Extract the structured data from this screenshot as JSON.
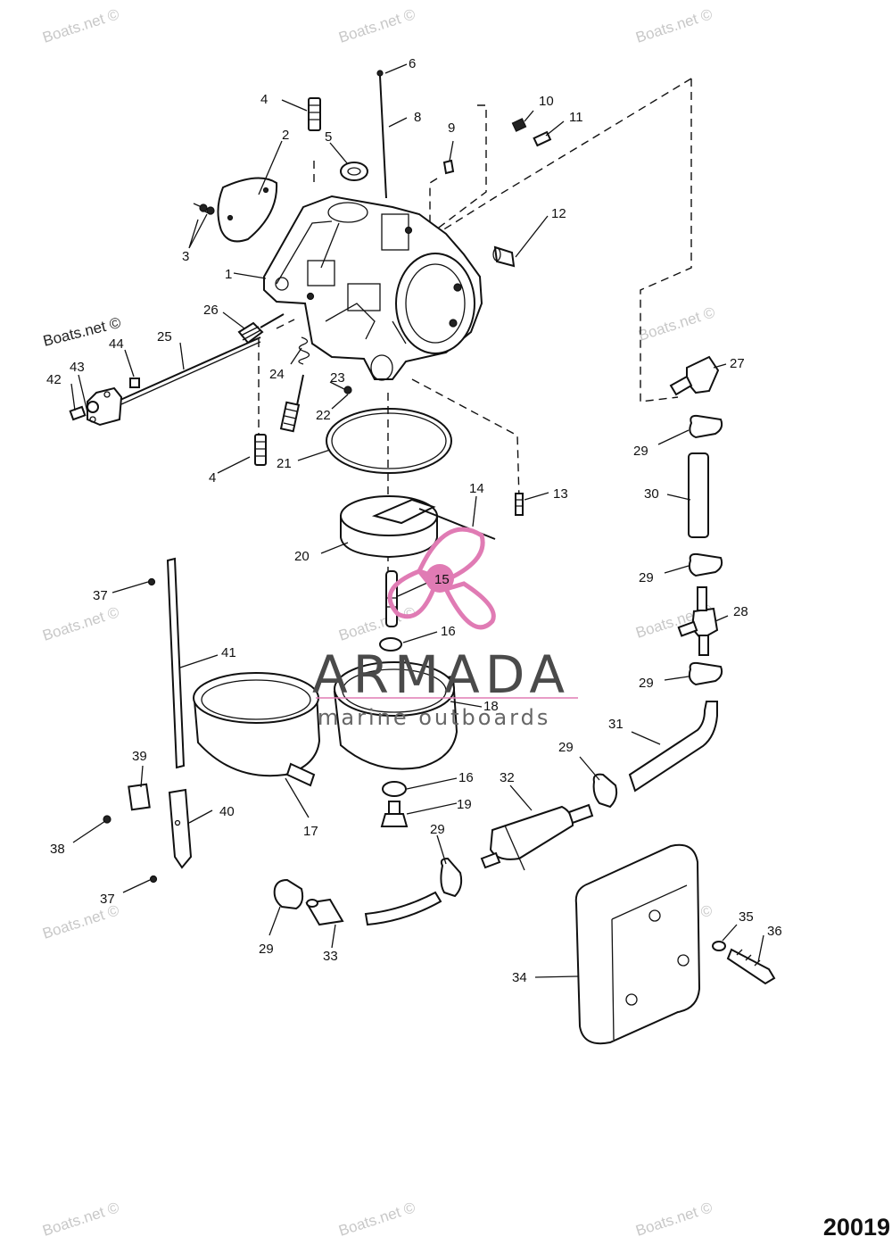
{
  "watermark": "Boats.net ©",
  "brand": {
    "name": "ARMADA",
    "tagline": "marine outboards",
    "accent_color": "#e07bb4"
  },
  "drawing_number": "20019",
  "callouts": {
    "c2": "2",
    "c3": "3",
    "c4a": "4",
    "c4b": "4",
    "c5": "5",
    "c6": "6",
    "c8": "8",
    "c9": "9",
    "c10": "10",
    "c11": "11",
    "c12": "12",
    "c1": "1",
    "c26": "26",
    "c25": "25",
    "c44": "44",
    "c43": "43",
    "c42": "42",
    "c24": "24",
    "c23": "23",
    "c22": "22",
    "c27": "27",
    "c21": "21",
    "c13": "13",
    "c14": "14",
    "c20": "20",
    "c29a": "29",
    "c30": "30",
    "c29b": "29",
    "c28": "28",
    "c29c": "29",
    "c15": "15",
    "c16a": "16",
    "c37a": "37",
    "c41": "41",
    "c18": "18",
    "c31": "31",
    "c29d": "29",
    "c39": "39",
    "c16b": "16",
    "c32": "32",
    "c19": "19",
    "c40": "40",
    "c17": "17",
    "c38": "38",
    "c29e": "29",
    "c37b": "37",
    "c35": "35",
    "c36": "36",
    "c29f": "29",
    "c33": "33",
    "c34": "34"
  }
}
